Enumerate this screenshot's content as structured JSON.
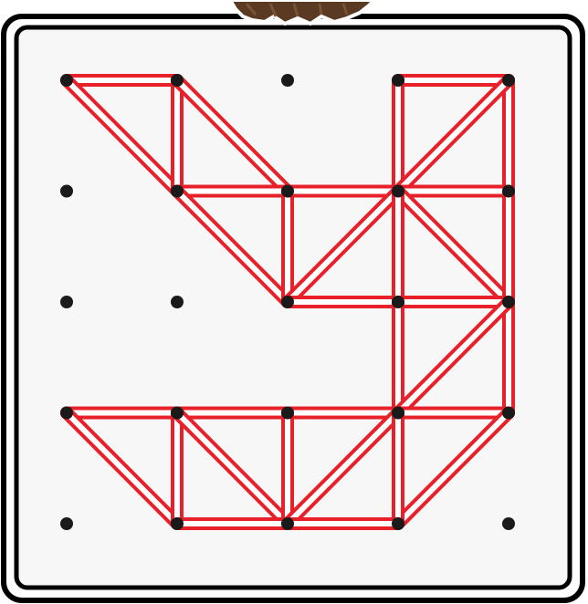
{
  "game": {
    "board_colors": {
      "background": "#ffffff",
      "frame_outer": "#000000",
      "frame_inner": "#f7f7f7",
      "band": "#e8202a",
      "peg": "#1a1a1a",
      "character_hair": "#5a3a22"
    },
    "grid": {
      "columns": 5,
      "rows": 5
    },
    "pegs": [
      [
        0,
        0
      ],
      [
        1,
        0
      ],
      [
        2,
        0
      ],
      [
        3,
        0
      ],
      [
        4,
        0
      ],
      [
        0,
        1
      ],
      [
        1,
        1
      ],
      [
        2,
        1
      ],
      [
        3,
        1
      ],
      [
        4,
        1
      ],
      [
        0,
        2
      ],
      [
        1,
        2
      ],
      [
        2,
        2
      ],
      [
        3,
        2
      ],
      [
        4,
        2
      ],
      [
        0,
        3
      ],
      [
        1,
        3
      ],
      [
        2,
        3
      ],
      [
        3,
        3
      ],
      [
        4,
        3
      ],
      [
        0,
        4
      ],
      [
        1,
        4
      ],
      [
        2,
        4
      ],
      [
        3,
        4
      ],
      [
        4,
        4
      ]
    ],
    "bands": [
      [
        [
          0,
          0
        ],
        [
          1,
          0
        ]
      ],
      [
        [
          0,
          0
        ],
        [
          1,
          1
        ]
      ],
      [
        [
          1,
          0
        ],
        [
          1,
          1
        ]
      ],
      [
        [
          1,
          0
        ],
        [
          2,
          1
        ]
      ],
      [
        [
          1,
          1
        ],
        [
          2,
          1
        ]
      ],
      [
        [
          1,
          1
        ],
        [
          2,
          2
        ]
      ],
      [
        [
          2,
          1
        ],
        [
          2,
          2
        ]
      ],
      [
        [
          2,
          1
        ],
        [
          3,
          1
        ]
      ],
      [
        [
          2,
          2
        ],
        [
          3,
          1
        ]
      ],
      [
        [
          2,
          2
        ],
        [
          3,
          2
        ]
      ],
      [
        [
          3,
          0
        ],
        [
          4,
          0
        ]
      ],
      [
        [
          3,
          0
        ],
        [
          3,
          1
        ]
      ],
      [
        [
          4,
          0
        ],
        [
          4,
          1
        ]
      ],
      [
        [
          3,
          1
        ],
        [
          4,
          0
        ]
      ],
      [
        [
          3,
          1
        ],
        [
          4,
          1
        ]
      ],
      [
        [
          3,
          1
        ],
        [
          4,
          2
        ]
      ],
      [
        [
          4,
          1
        ],
        [
          4,
          2
        ]
      ],
      [
        [
          3,
          1
        ],
        [
          3,
          2
        ]
      ],
      [
        [
          3,
          2
        ],
        [
          4,
          2
        ]
      ],
      [
        [
          3,
          2
        ],
        [
          3,
          3
        ]
      ],
      [
        [
          4,
          2
        ],
        [
          4,
          3
        ]
      ],
      [
        [
          4,
          2
        ],
        [
          3,
          3
        ]
      ],
      [
        [
          3,
          3
        ],
        [
          4,
          3
        ]
      ],
      [
        [
          4,
          3
        ],
        [
          3,
          4
        ]
      ],
      [
        [
          0,
          3
        ],
        [
          1,
          3
        ]
      ],
      [
        [
          1,
          3
        ],
        [
          2,
          3
        ]
      ],
      [
        [
          2,
          3
        ],
        [
          3,
          3
        ]
      ],
      [
        [
          0,
          3
        ],
        [
          1,
          4
        ]
      ],
      [
        [
          1,
          3
        ],
        [
          1,
          4
        ]
      ],
      [
        [
          1,
          3
        ],
        [
          2,
          4
        ]
      ],
      [
        [
          2,
          3
        ],
        [
          2,
          4
        ]
      ],
      [
        [
          3,
          3
        ],
        [
          2,
          4
        ]
      ],
      [
        [
          3,
          3
        ],
        [
          3,
          4
        ]
      ],
      [
        [
          1,
          4
        ],
        [
          2,
          4
        ]
      ],
      [
        [
          2,
          4
        ],
        [
          3,
          4
        ]
      ]
    ]
  }
}
